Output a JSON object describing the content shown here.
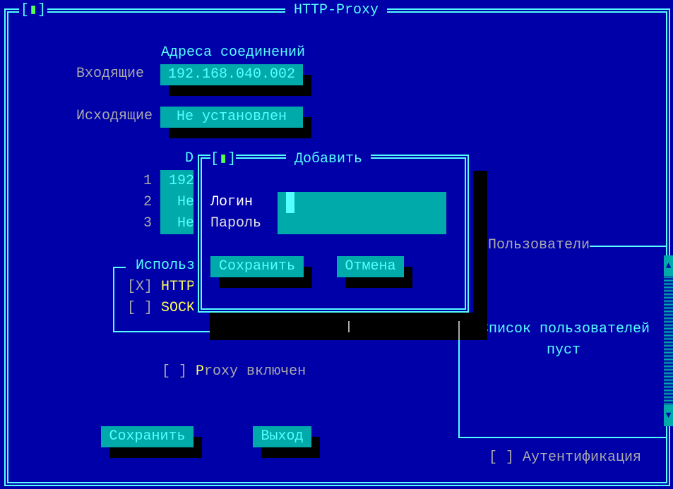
{
  "window": {
    "title": "HTTP-Proxy",
    "close_box": "[▮]"
  },
  "addresses": {
    "heading": "Адреса соединений",
    "incoming_label": "Входящие",
    "incoming_value": "192.168.040.002",
    "outgoing_label": "Исходящие",
    "outgoing_value": "Не установлен"
  },
  "dns": {
    "heading": "D",
    "rows": [
      {
        "num": "1",
        "value": "192"
      },
      {
        "num": "2",
        "value": "Не"
      },
      {
        "num": "3",
        "value": "Не"
      }
    ]
  },
  "use_group": {
    "title": "Использ",
    "options": [
      {
        "box": "[X]",
        "label": "HTTP"
      },
      {
        "box": "[ ]",
        "label": "SOCK"
      }
    ]
  },
  "proxy_enabled": {
    "box": "[ ]",
    "hotkey": "P",
    "label": "roxy включен"
  },
  "buttons": {
    "save": "Сохранить",
    "exit": "Выход"
  },
  "users": {
    "title": "Пользователи",
    "empty_line1": "Список пользователей",
    "empty_line2": "пуст",
    "scroll_up": "▲",
    "scroll_down": "▼"
  },
  "auth": {
    "box": "[ ]",
    "label": "Аутентификация"
  },
  "dialog": {
    "close_box": "[▮]",
    "title": "Добавить",
    "login_label": "Логин",
    "login_value": "",
    "password_label": "Пароль",
    "password_value": "",
    "save": "Сохранить",
    "cancel": "Отмена"
  },
  "colors": {
    "background": "#0000a8",
    "frame": "#55ffff",
    "field": "#00aaaa",
    "hotkey": "#ffff55"
  }
}
